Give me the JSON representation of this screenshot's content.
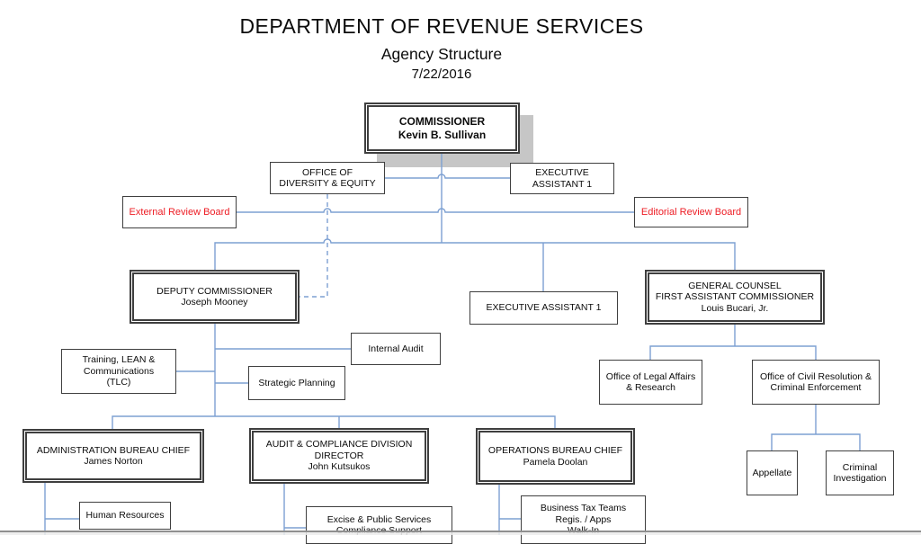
{
  "title": "DEPARTMENT OF REVENUE SERVICES",
  "subtitle": "Agency Structure",
  "date": "7/22/2016",
  "colors": {
    "connector": "#7da0d2",
    "red": "#ed1c24",
    "border": "#3f3f3f",
    "shadow": "#c6c6c6"
  },
  "boxes": {
    "commissioner": {
      "lines": [
        "COMMISSIONER",
        "Kevin B. Sullivan"
      ]
    },
    "diversity_equity": {
      "lines": [
        "OFFICE OF",
        "DIVERSITY & EQUITY"
      ]
    },
    "exec_assistant_top": {
      "lines": [
        "EXECUTIVE",
        "ASSISTANT 1"
      ]
    },
    "external_review": {
      "lines": [
        "External Review Board"
      ]
    },
    "editorial_review": {
      "lines": [
        "Editorial Review Board"
      ]
    },
    "deputy_commissioner": {
      "lines": [
        "DEPUTY  COMMISSIONER",
        "Joseph Mooney"
      ]
    },
    "exec_assistant_mid": {
      "lines": [
        "EXECUTIVE ASSISTANT 1"
      ]
    },
    "general_counsel": {
      "lines": [
        "GENERAL COUNSEL",
        "FIRST ASSISTANT COMMISSIONER",
        "Louis Bucari, Jr."
      ]
    },
    "tlc": {
      "lines": [
        "Training, LEAN &",
        "Communications",
        "(TLC)"
      ]
    },
    "internal_audit": {
      "lines": [
        "Internal Audit"
      ]
    },
    "strategic_planning": {
      "lines": [
        "Strategic Planning"
      ]
    },
    "legal_affairs": {
      "lines": [
        "Office of Legal Affairs",
        "& Research"
      ]
    },
    "civil_resolution": {
      "lines": [
        "Office of Civil Resolution &",
        "Criminal Enforcement"
      ]
    },
    "administration_chief": {
      "lines": [
        "ADMINISTRATION BUREAU CHIEF",
        "James Norton"
      ]
    },
    "audit_compliance_director": {
      "lines": [
        "AUDIT & COMPLIANCE DIVISION",
        "DIRECTOR",
        "John Kutsukos"
      ]
    },
    "operations_chief": {
      "lines": [
        "OPERATIONS BUREAU CHIEF",
        "Pamela Doolan"
      ]
    },
    "appellate": {
      "lines": [
        "Appellate"
      ]
    },
    "criminal_investigation": {
      "lines": [
        "Criminal",
        "Investigation"
      ]
    },
    "human_resources": {
      "lines": [
        "Human Resources"
      ]
    },
    "excise_public_services": {
      "lines": [
        "Excise & Public Services",
        "Compliance Support"
      ]
    },
    "business_tax_teams": {
      "lines": [
        "Business Tax Teams",
        "Regis. / Apps",
        "Walk-In"
      ]
    }
  }
}
